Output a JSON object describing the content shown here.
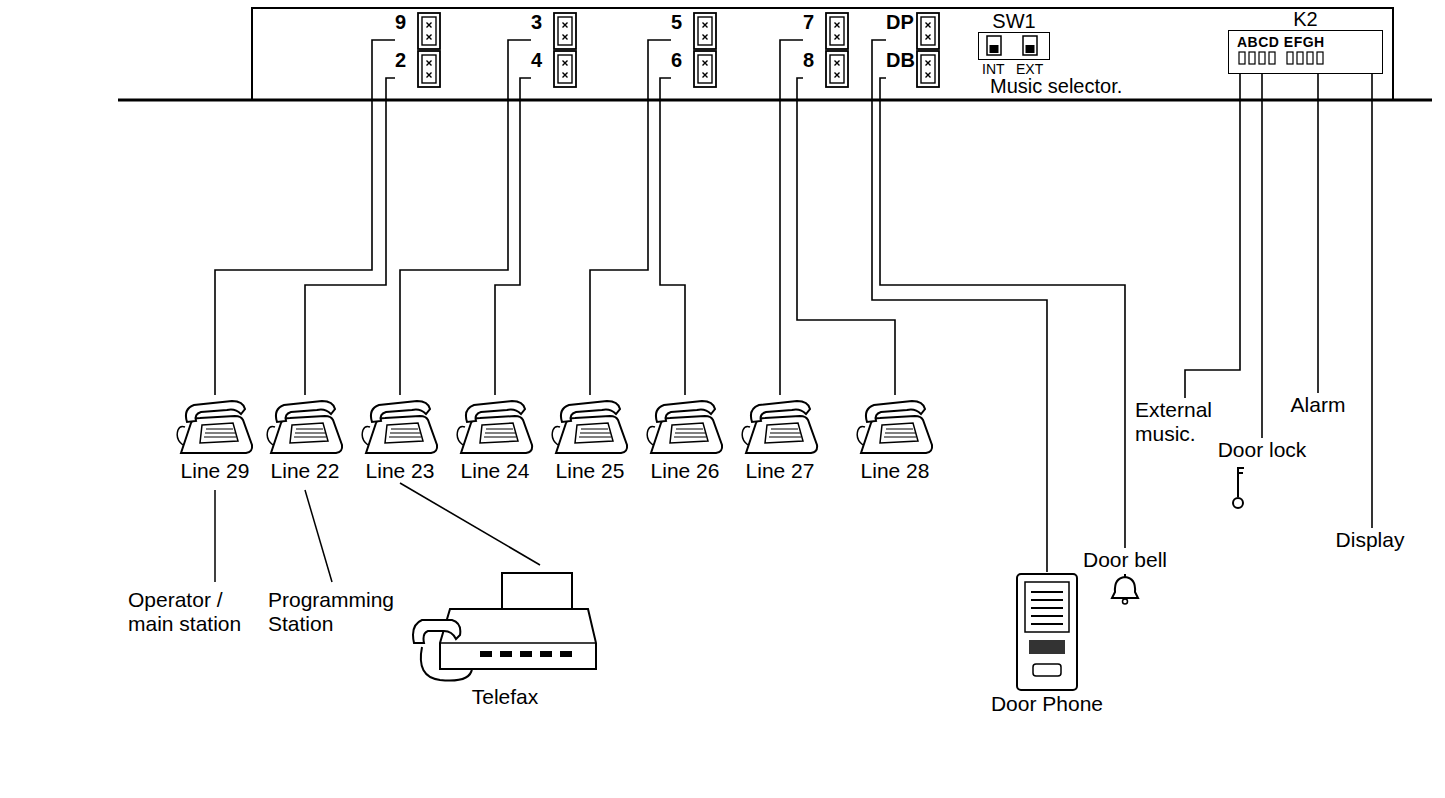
{
  "diagram": {
    "nodes": [
      {
        "text": [
          "9"
        ]
      },
      {
        "text": [
          "2"
        ]
      },
      {
        "text": [
          "3"
        ]
      },
      {
        "text": [
          "4"
        ]
      },
      {
        "text": [
          "5"
        ]
      },
      {
        "text": [
          "6"
        ]
      },
      {
        "text": [
          "7"
        ]
      },
      {
        "text": [
          "8"
        ]
      },
      {
        "text": [
          "DP"
        ]
      },
      {
        "text": [
          "DB"
        ]
      },
      {
        "text": [
          "SW1"
        ]
      },
      {
        "text": [
          "K2",
          "ABCD EFGH"
        ]
      },
      {
        "text": [
          "Line 29"
        ]
      },
      {
        "text": [
          "Line 22"
        ]
      },
      {
        "text": [
          "Line 23"
        ]
      },
      {
        "text": [
          "Line 24"
        ]
      },
      {
        "text": [
          "Line 25"
        ]
      },
      {
        "text": [
          "Line 26"
        ]
      },
      {
        "text": [
          "Line 27"
        ]
      },
      {
        "text": [
          "Line 28"
        ]
      },
      {
        "text": [
          "Telefax"
        ]
      },
      {
        "text": [
          "Door Phone"
        ]
      },
      {
        "text": [
          "Door bell"
        ]
      },
      {
        "text": [
          "Door lock"
        ]
      },
      {
        "text": [
          "Alarm"
        ]
      },
      {
        "text": [
          "Display"
        ]
      },
      {
        "text": [
          "External music."
        ]
      }
    ],
    "edges": [
      {
        "from": 0,
        "to": 12,
        "arrow": "none"
      },
      {
        "from": 1,
        "to": 13,
        "arrow": "none"
      },
      {
        "from": 2,
        "to": 14,
        "arrow": "none"
      },
      {
        "from": 3,
        "to": 15,
        "arrow": "none"
      },
      {
        "from": 4,
        "to": 16,
        "arrow": "none"
      },
      {
        "from": 5,
        "to": 17,
        "arrow": "none"
      },
      {
        "from": 6,
        "to": 18,
        "arrow": "none"
      },
      {
        "from": 7,
        "to": 19,
        "arrow": "none"
      },
      {
        "from": 8,
        "to": 21,
        "arrow": "none"
      },
      {
        "from": 9,
        "to": 22,
        "arrow": "none"
      },
      {
        "from": 14,
        "to": 20,
        "arrow": "none"
      },
      {
        "from": 11,
        "to": 26,
        "arrow": "none"
      },
      {
        "from": 11,
        "to": 23,
        "arrow": "none"
      },
      {
        "from": 11,
        "to": 24,
        "arrow": "none"
      },
      {
        "from": 11,
        "to": 25,
        "arrow": "none"
      }
    ],
    "labels": [
      "INT",
      "EXT",
      "Music selector.",
      "Operator / main station",
      "Programming Station"
    ]
  }
}
